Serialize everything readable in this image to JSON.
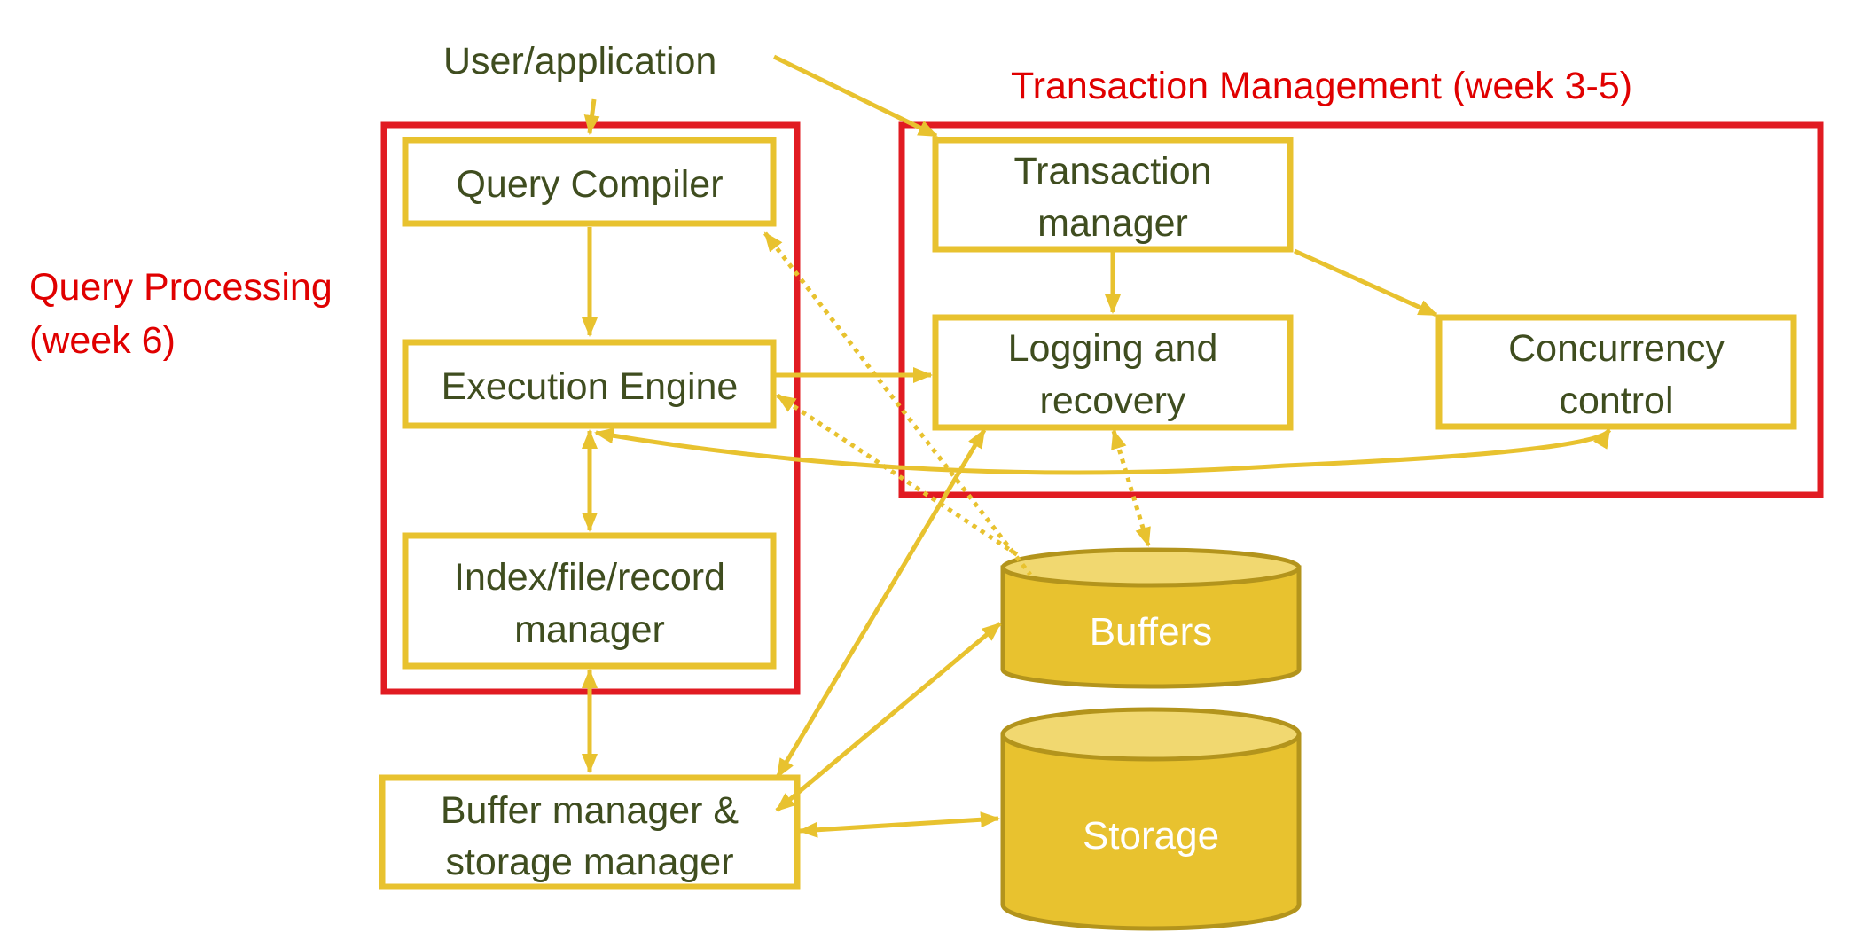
{
  "colors": {
    "box_border": "#e8c22f",
    "group_border": "#e11b22",
    "label_text": "#3f4d1f",
    "group_label_text": "#e00000",
    "cylinder_fill": "#e8c22f",
    "cylinder_top": "#f1d870",
    "cylinder_edge": "#b3941c"
  },
  "labels": {
    "user_application": "User/application",
    "query_processing_line1": "Query Processing",
    "query_processing_line2": "(week 6)",
    "transaction_management": "Transaction Management (week 3-5)"
  },
  "nodes": {
    "query_compiler": "Query Compiler",
    "execution_engine": "Execution Engine",
    "index_manager_line1": "Index/file/record",
    "index_manager_line2": "manager",
    "buffer_manager_line1": "Buffer manager &",
    "buffer_manager_line2": "storage manager",
    "transaction_manager_line1": "Transaction",
    "transaction_manager_line2": "manager",
    "logging_line1": "Logging and",
    "logging_line2": "recovery",
    "concurrency_line1": "Concurrency",
    "concurrency_line2": "control",
    "buffers": "Buffers",
    "storage": "Storage"
  }
}
